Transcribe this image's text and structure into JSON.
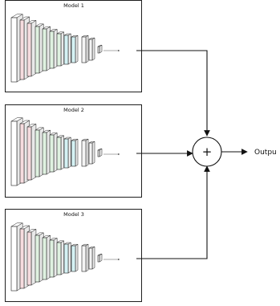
{
  "models": [
    {
      "title": "Model 1"
    },
    {
      "title": "Model 2"
    },
    {
      "title": "Model 3"
    }
  ],
  "sum_symbol": "+",
  "output_label": "Outpu",
  "layer_colors": {
    "input": "#ffffff",
    "conv_pink": "#f6dcdf",
    "conv_green": "#dff1e0",
    "conv_cyan": "#d4f1f3",
    "dense": "#f4f4f4",
    "edge": "#222222"
  }
}
